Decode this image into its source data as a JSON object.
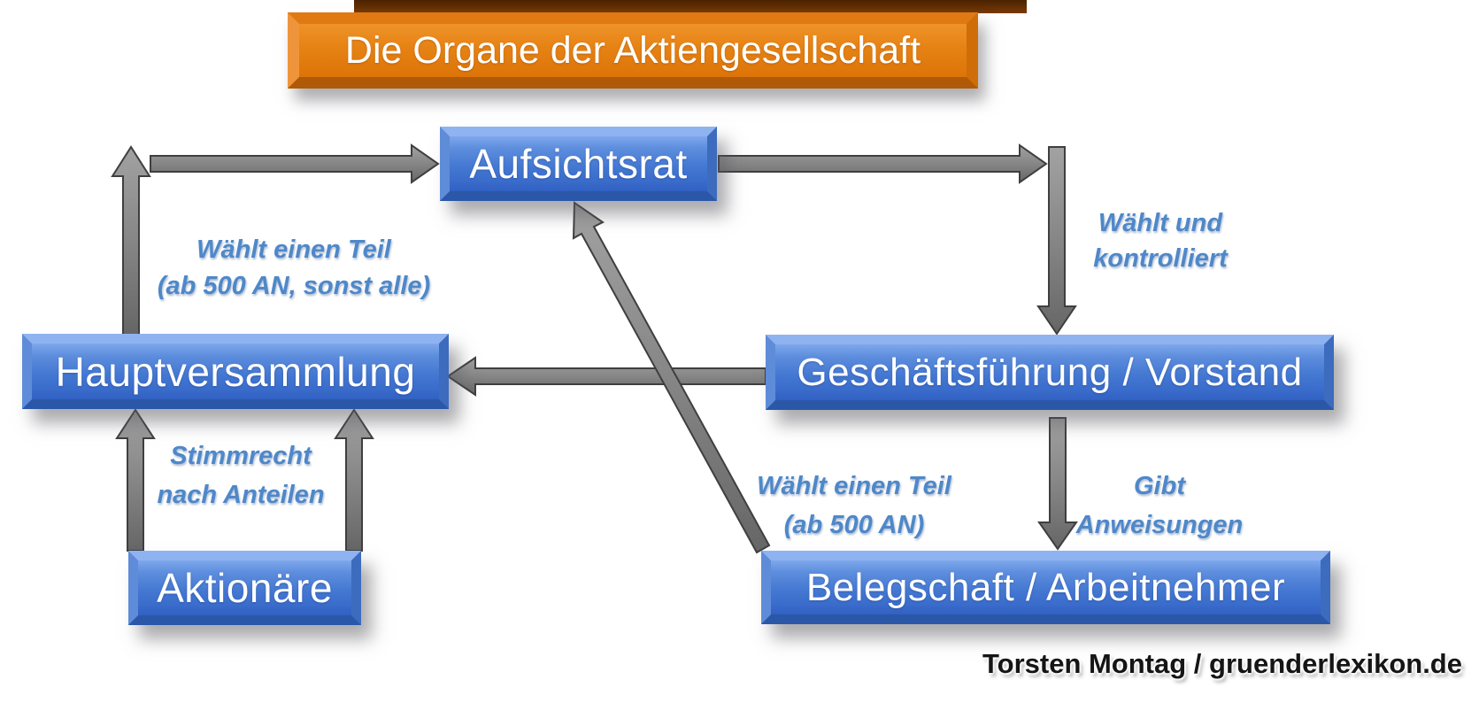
{
  "title": {
    "text": "Die Organe der Aktiengesellschaft"
  },
  "nodes": {
    "aufsichtsrat": {
      "label": "Aufsichtsrat"
    },
    "hauptversammlung": {
      "label": "Hauptversammlung"
    },
    "vorstand": {
      "label": "Geschäftsführung / Vorstand"
    },
    "aktionaere": {
      "label": "Aktionäre"
    },
    "belegschaft": {
      "label": "Belegschaft / Arbeitnehmer"
    }
  },
  "edge_labels": {
    "waehlt_teil_hv": {
      "line1": "Wählt einen Teil",
      "line2": "(ab 500 AN, sonst alle)"
    },
    "waehlt_kontrolliert": {
      "line1": "Wählt und",
      "line2": "kontrolliert"
    },
    "stimmrecht": {
      "line1": "Stimmrecht",
      "line2": "nach Anteilen"
    },
    "waehlt_teil_belegschaft": {
      "line1": "Wählt einen Teil",
      "line2": "(ab 500 AN)"
    },
    "gibt_anweisungen": {
      "line1": "Gibt",
      "line2": "Anweisungen"
    }
  },
  "attribution": {
    "text": "Torsten Montag / gruenderlexikon.de"
  },
  "colors": {
    "title_box_fill": "#e0750a",
    "node_box_fill": "#4377d2",
    "edge_label_text": "#4e88c9",
    "arrow_fill": "#8c8c8c",
    "arrow_outline": "#3f3f3f",
    "box_text": "#ffffff",
    "attribution_text": "#151515",
    "background": "#ffffff"
  }
}
